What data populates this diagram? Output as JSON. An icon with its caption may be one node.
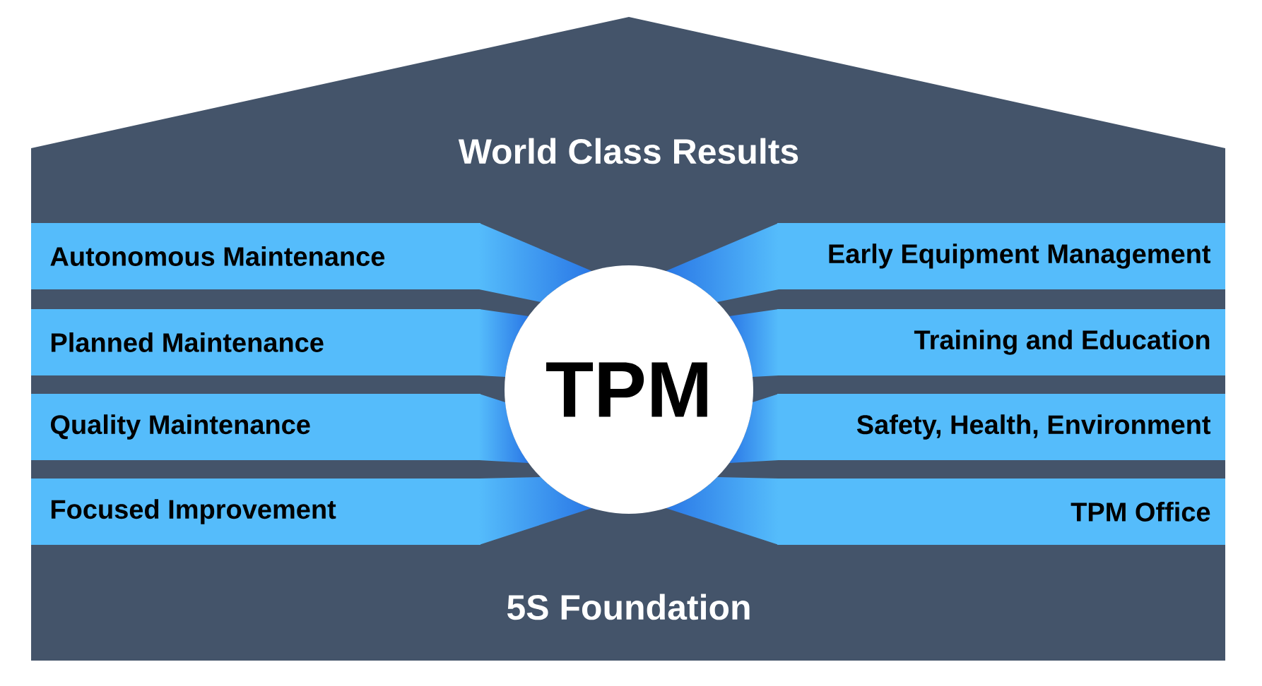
{
  "diagram": {
    "nodes": [
      {
        "text": [
          "World Class Results",
          "5S Foundation"
        ]
      },
      {
        "text": [
          "TPM"
        ],
        "in": 0
      },
      {
        "text": [
          "Autonomous Maintenance"
        ],
        "in": 0
      },
      {
        "text": [
          "Planned Maintenance"
        ],
        "in": 0
      },
      {
        "text": [
          "Quality Maintenance"
        ],
        "in": 0
      },
      {
        "text": [
          "Focused Improvement"
        ],
        "in": 0
      },
      {
        "text": [
          "Early Equipment Management"
        ],
        "in": 0
      },
      {
        "text": [
          "Training and Education"
        ],
        "in": 0
      },
      {
        "text": [
          "Safety, Health, Environment"
        ],
        "in": 0
      },
      {
        "text": [
          "TPM Office"
        ],
        "in": 0
      }
    ]
  }
}
